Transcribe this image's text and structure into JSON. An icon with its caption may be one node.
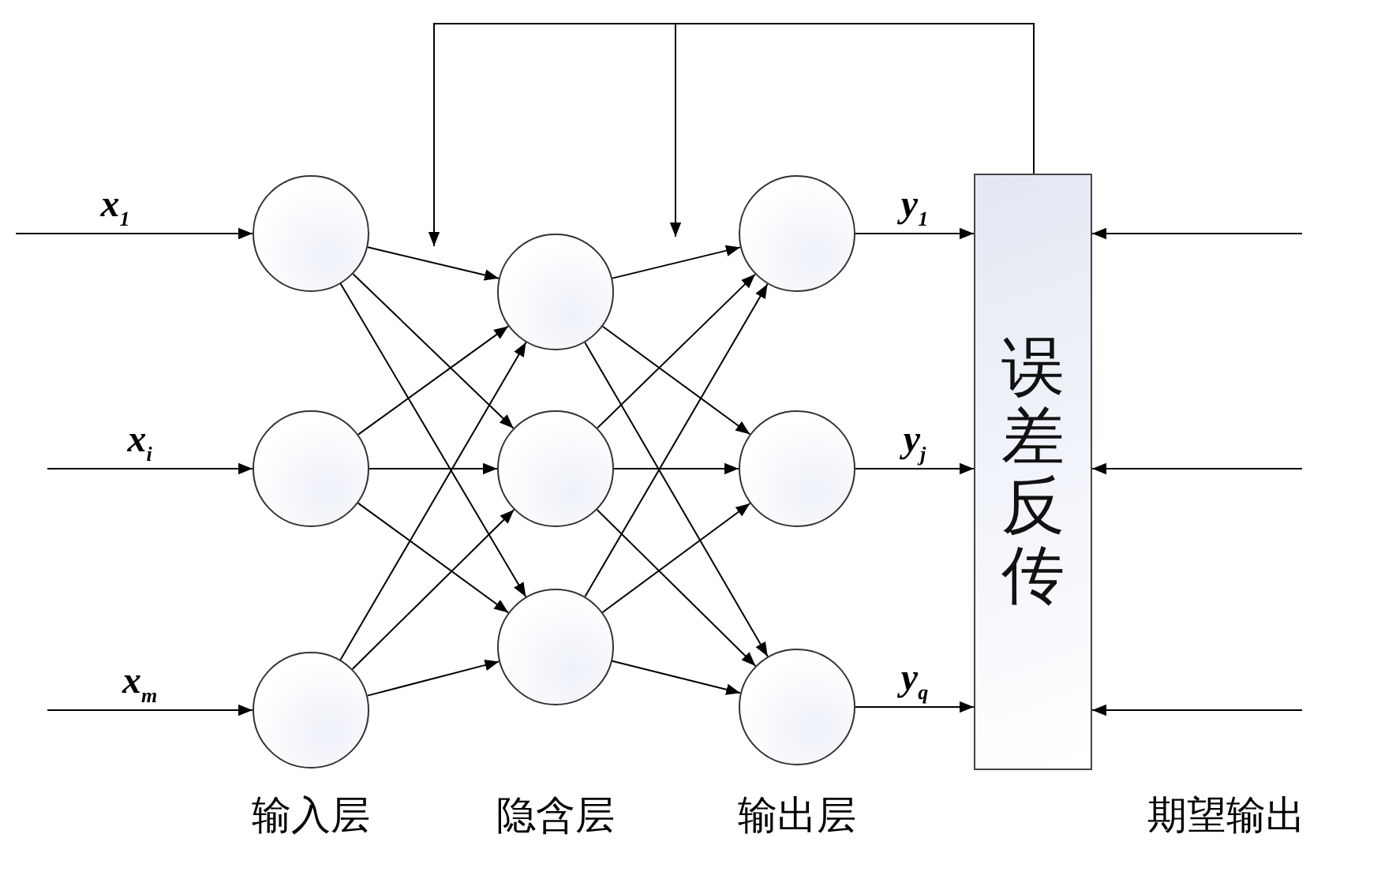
{
  "diagram": {
    "nodes": [
      {
        "text": [],
        "shape": "circle"
      },
      {
        "text": [],
        "shape": "circle"
      },
      {
        "text": [],
        "shape": "circle"
      },
      {
        "text": [],
        "shape": "circle"
      },
      {
        "text": [],
        "shape": "circle"
      },
      {
        "text": [],
        "shape": "circle"
      },
      {
        "text": [],
        "shape": "circle"
      },
      {
        "text": [],
        "shape": "circle"
      },
      {
        "text": [],
        "shape": "circle"
      },
      {
        "text": [
          "误差反传"
        ]
      }
    ],
    "edges": [
      {
        "from": null,
        "to": 0,
        "arrow": "to",
        "label": "x$_{1}$"
      },
      {
        "from": null,
        "to": 1,
        "arrow": "to",
        "label": "x$_{i}$"
      },
      {
        "from": null,
        "to": 2,
        "arrow": "to",
        "label": "x$_{m}$"
      },
      {
        "from": 0,
        "to": 3,
        "arrow": "to"
      },
      {
        "from": 0,
        "to": 4,
        "arrow": "to"
      },
      {
        "from": 0,
        "to": 5,
        "arrow": "to"
      },
      {
        "from": 1,
        "to": 3,
        "arrow": "to"
      },
      {
        "from": 1,
        "to": 4,
        "arrow": "to"
      },
      {
        "from": 1,
        "to": 5,
        "arrow": "to"
      },
      {
        "from": 2,
        "to": 3,
        "arrow": "to"
      },
      {
        "from": 2,
        "to": 4,
        "arrow": "to"
      },
      {
        "from": 2,
        "to": 5,
        "arrow": "to"
      },
      {
        "from": 3,
        "to": 6,
        "arrow": "to"
      },
      {
        "from": 3,
        "to": 7,
        "arrow": "to"
      },
      {
        "from": 3,
        "to": 8,
        "arrow": "to"
      },
      {
        "from": 4,
        "to": 6,
        "arrow": "to"
      },
      {
        "from": 4,
        "to": 7,
        "arrow": "to"
      },
      {
        "from": 4,
        "to": 8,
        "arrow": "to"
      },
      {
        "from": 5,
        "to": 6,
        "arrow": "to"
      },
      {
        "from": 5,
        "to": 7,
        "arrow": "to"
      },
      {
        "from": 5,
        "to": 8,
        "arrow": "to"
      },
      {
        "from": 6,
        "to": 9,
        "arrow": "to",
        "label": "y$_{1}$"
      },
      {
        "from": 7,
        "to": 9,
        "arrow": "to",
        "label": "y$_{j}$"
      },
      {
        "from": 8,
        "to": 9,
        "arrow": "to",
        "label": "y$_{q}$"
      },
      {
        "from": null,
        "to": 9,
        "arrow": "to"
      },
      {
        "from": null,
        "to": 9,
        "arrow": "to"
      },
      {
        "from": null,
        "to": 9,
        "arrow": "to"
      },
      {
        "from": 9,
        "to": null,
        "arrow": "to"
      },
      {
        "from": 9,
        "to": null,
        "arrow": "to"
      }
    ],
    "labels": [
      "输入层",
      "隐含层",
      "输出层",
      "期望输出"
    ]
  }
}
